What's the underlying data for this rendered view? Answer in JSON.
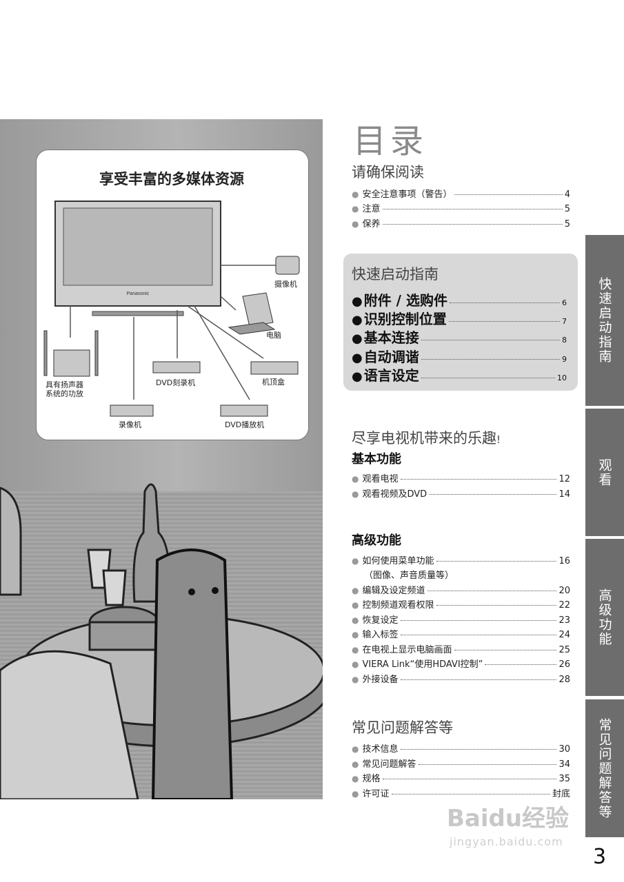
{
  "toc_title": "目录",
  "illustration": {
    "title": "享受丰富的多媒体资源",
    "tv_brand": "Panasonic",
    "labels": {
      "camcorder": "摄像机",
      "pc": "电脑",
      "settop": "机顶盒",
      "dvd_recorder": "DVD刻录机",
      "dvd_player": "DVD播放机",
      "vcr": "录像机",
      "amp_line1": "具有扬声器",
      "amp_line2": "系统的功放"
    }
  },
  "sections": {
    "read_first": {
      "title": "请确保阅读",
      "items": [
        {
          "label": "安全注意事项（警告）",
          "page": "4"
        },
        {
          "label": "注意",
          "page": "5"
        },
        {
          "label": "保养",
          "page": "5"
        }
      ]
    },
    "quick_start": {
      "title": "快速启动指南",
      "items": [
        {
          "label": "附件 / 选购件",
          "page": "6"
        },
        {
          "label": "识别控制位置",
          "page": "7"
        },
        {
          "label": "基本连接",
          "page": "8"
        },
        {
          "label": "自动调谐",
          "page": "9"
        },
        {
          "label": "语言设定",
          "page": "10"
        }
      ]
    },
    "enjoy": {
      "title": "尽享电视机带来的乐趣",
      "exclaim": "!",
      "basic": {
        "title": "基本功能",
        "items": [
          {
            "label": "观看电视",
            "page": "12"
          },
          {
            "label": "观看视频及DVD",
            "page": "14"
          }
        ]
      },
      "advanced": {
        "title": "高级功能",
        "items": [
          {
            "label": "如何使用菜单功能",
            "page": "16"
          },
          {
            "label": "编辑及设定频道",
            "page": "20"
          },
          {
            "label": "控制频道观看权限",
            "page": "22"
          },
          {
            "label": "恢复设定",
            "page": "23"
          },
          {
            "label": "输入标签",
            "page": "24"
          },
          {
            "label": "在电视上显示电脑画面",
            "page": "25"
          },
          {
            "label": "VIERA Link“使用HDAVI控制”",
            "page": "26"
          },
          {
            "label": "外接设备",
            "page": "28"
          }
        ],
        "note": "（图像、声音质量等）"
      }
    },
    "faq": {
      "title": "常见问题解答等",
      "items": [
        {
          "label": "技术信息",
          "page": "30"
        },
        {
          "label": "常见问题解答",
          "page": "34"
        },
        {
          "label": "规格",
          "page": "35"
        },
        {
          "label": "许可证",
          "page": "封底"
        }
      ]
    }
  },
  "bullet": "●",
  "tabs": {
    "quick": "快速启动指南",
    "watch": "观看",
    "advanced": "高级功能",
    "faq": "常见问题解答等"
  },
  "page_number": "3",
  "watermark": {
    "text": "Baidu经验",
    "url": "jingyan.baidu.com"
  }
}
